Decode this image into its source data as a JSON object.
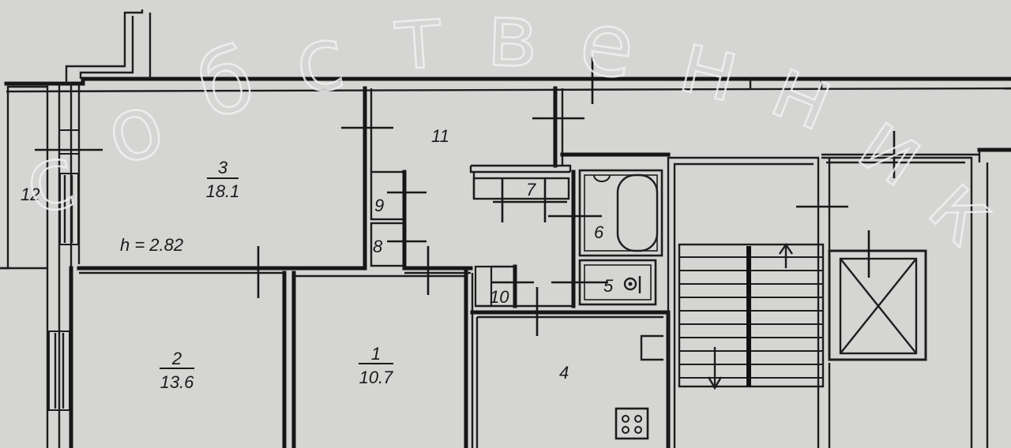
{
  "rooms": {
    "r1": {
      "number": "1",
      "area": "10.7"
    },
    "r2": {
      "number": "2",
      "area": "13.6"
    },
    "r3": {
      "number": "3",
      "area": "18.1",
      "height": "h = 2.82"
    },
    "r4": {
      "number": "4"
    },
    "r5": {
      "number": "5"
    },
    "r6": {
      "number": "6"
    },
    "r7": {
      "number": "7"
    },
    "r8": {
      "number": "8"
    },
    "r9": {
      "number": "9"
    },
    "r10": {
      "number": "10"
    },
    "r11": {
      "number": "11"
    },
    "r12": {
      "number": "12"
    }
  },
  "watermark": {
    "letters": [
      "с",
      "о",
      "б",
      "с",
      "т",
      "в",
      "е",
      "н",
      "н",
      "и",
      "к"
    ]
  }
}
